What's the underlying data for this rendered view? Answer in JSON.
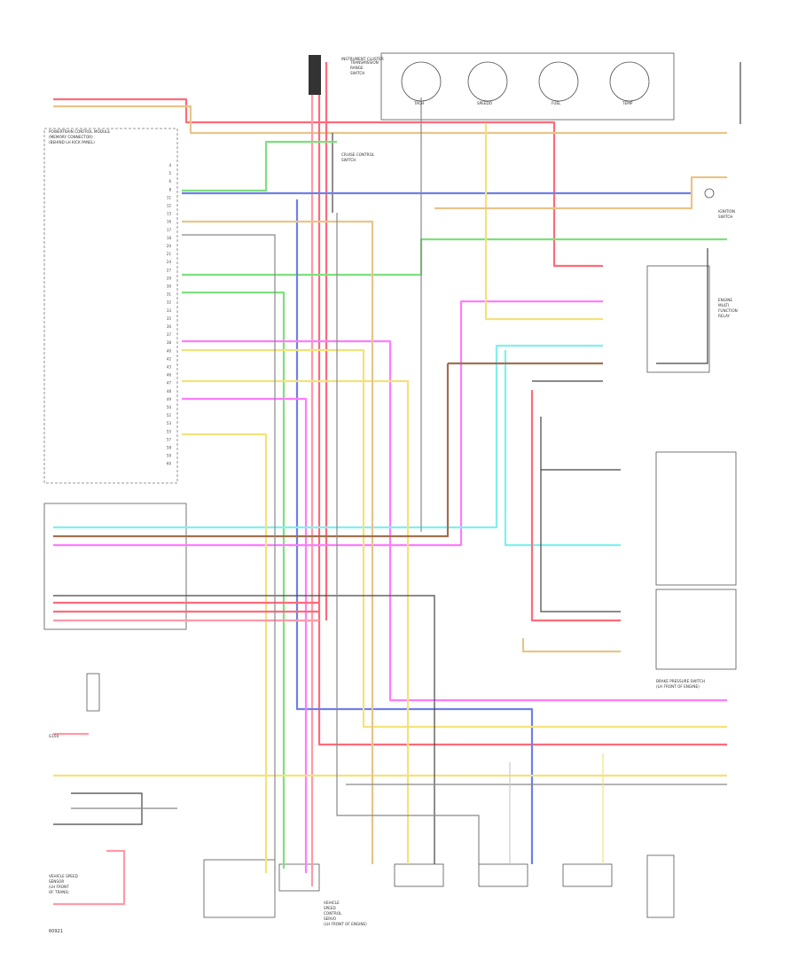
{
  "colors": {
    "red": "#ff6a7a",
    "pink": "#ff9aa8",
    "tan": "#e8c48a",
    "yellow": "#f3e27a",
    "green": "#7de07d",
    "blue": "#6f7fe8",
    "magenta": "#ff7cff",
    "cyan": "#7ff0f0",
    "gray": "#888888",
    "dark": "#444444",
    "brown": "#a07050",
    "lightgray": "#cccccc"
  },
  "labels": {
    "pcm_title": [
      "POWERTRAIN CONTROL MODULE",
      "(MEMORY CONNECTOR)",
      "(BEHIND LH KICK PANEL)"
    ],
    "speed_control_switch": [
      "CRUISE CONTROL",
      "SWITCH"
    ],
    "instrument_cluster": [
      "INSTRUMENT CLUSTER"
    ],
    "vehicle_speed_sensor": [
      "VEHICLE SPEED",
      "SENSOR",
      "(LH FRONT",
      "OF TRANS)"
    ],
    "engine_relay": [
      "ENGINE",
      "MULTI",
      "FUNCTION",
      "RELAY"
    ],
    "ignition_switch": [
      "IGNITION",
      "SWITCH"
    ],
    "gear_switch": [
      "TRANSMISSION",
      "RANGE",
      "SWITCH"
    ],
    "ground_left": [
      "G104"
    ],
    "right_sensors": [
      "BRAKE PRESSURE SWITCH",
      "(LH FRONT OF ENGINE)"
    ],
    "bottom_sensors": [
      "VEHICLE",
      "SPEED",
      "CONTROL",
      "SERVO",
      "(LH FRONT OF ENGINE)"
    ],
    "footer": "60921"
  },
  "cluster_gauges": [
    "TACH",
    "SPEEDO",
    "FUEL",
    "TEMP"
  ],
  "pcm_pins": [
    "4",
    "5",
    "6",
    "8",
    "11",
    "12",
    "13",
    "16",
    "17",
    "18",
    "20",
    "21",
    "24",
    "27",
    "29",
    "30",
    "31",
    "32",
    "33",
    "35",
    "36",
    "37",
    "38",
    "40",
    "42",
    "43",
    "46",
    "47",
    "48",
    "49",
    "50",
    "52",
    "53",
    "55",
    "57",
    "58",
    "59",
    "60"
  ]
}
